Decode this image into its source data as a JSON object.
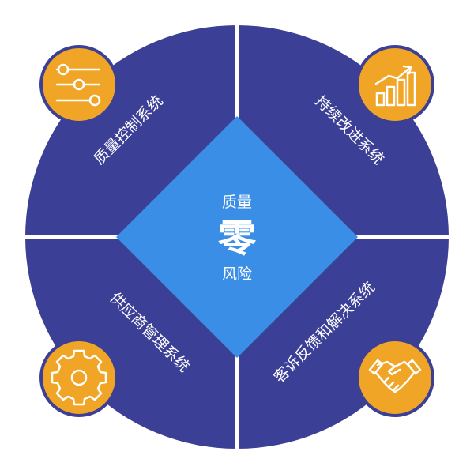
{
  "center": {
    "line1": "质量",
    "line2": "零",
    "line3": "风险"
  },
  "quadrants": {
    "top_left": {
      "label": "质量控制系统",
      "icon": "sliders-icon"
    },
    "top_right": {
      "label": "持续改进系统",
      "icon": "growth-chart-icon"
    },
    "bottom_left": {
      "label": "供应商管理系统",
      "icon": "gear-icon"
    },
    "bottom_right": {
      "label": "客诉反馈和解决系统",
      "icon": "handshake-icon"
    }
  },
  "colors": {
    "quadrant": "#3b3f96",
    "diamond": "#3a8ee6",
    "icon_circle": "#f0a526",
    "icon_ring": "#3b3f96",
    "divider": "#ffffff",
    "text": "#ffffff"
  }
}
